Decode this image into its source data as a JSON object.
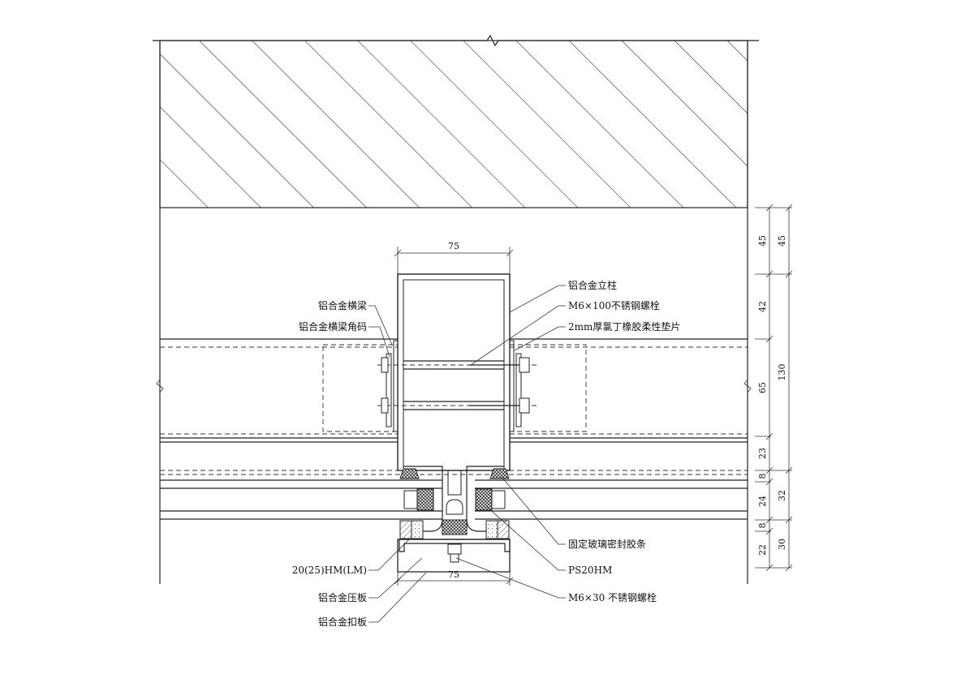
{
  "labels": {
    "transom": "铝合金横梁",
    "transom_bracket": "铝合金横梁角码",
    "spacer": "20(25)HM(LM)",
    "pressure_plate": "铝合金压板",
    "cover_plate": "铝合金扣板",
    "mullion": "铝合金立柱",
    "bolt_m6x100": "M6×100不锈钢螺栓",
    "gasket": "2mm厚氯丁橡胶柔性垫片",
    "glass_seal": "固定玻璃密封胶条",
    "ps20hm": "PS20HM",
    "bolt_m6x30": "M6×30 不锈钢螺栓"
  },
  "dimensions": {
    "mullion_width_top": "75",
    "plate_width_bottom": "75",
    "inner": [
      "45",
      "42",
      "65",
      "23",
      "8",
      "24",
      "8",
      "22"
    ],
    "outer": [
      "45",
      "130",
      "32",
      "30"
    ]
  }
}
